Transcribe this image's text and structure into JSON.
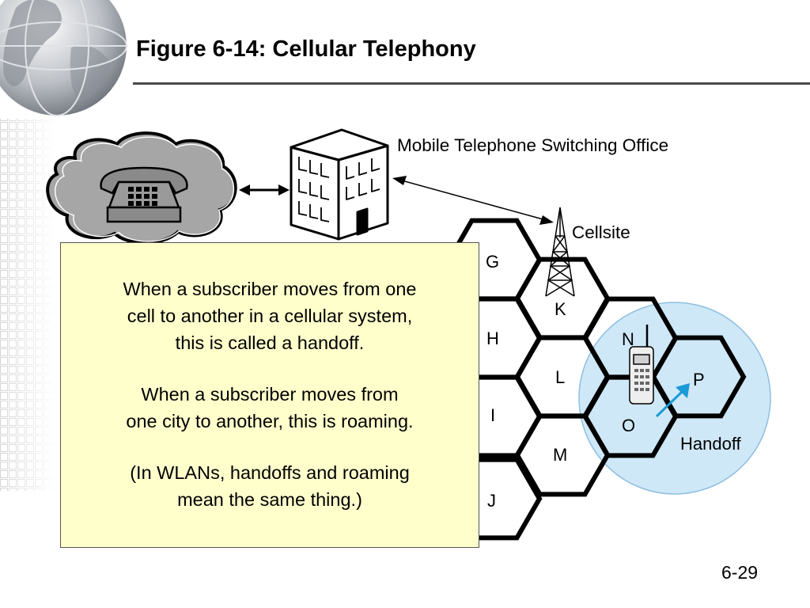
{
  "slide": {
    "title": "Figure 6-14: Cellular Telephony",
    "page_number": "6-29"
  },
  "diagram": {
    "office_label": "Mobile Telephone Switching Office",
    "cellsite_label": "Cellsite",
    "handoff_label": "Handoff",
    "cells": [
      "G",
      "H",
      "I",
      "J",
      "K",
      "L",
      "M",
      "N",
      "O",
      "P"
    ],
    "colors": {
      "cloud_fill": "#a6a6a6",
      "handoff_circle_fill": "#cfe8f8",
      "handoff_arrow": "#1a9ad6",
      "callout_fill": "#ffffcc"
    }
  },
  "callout": {
    "paragraphs": [
      [
        "When a subscriber moves from one",
        "cell to another in a cellular system,",
        "this is called a handoff."
      ],
      [
        "When a subscriber moves from",
        "one city to another, this is roaming."
      ],
      [
        "(In WLANs, handoffs and roaming",
        "mean the same thing.)"
      ]
    ]
  }
}
